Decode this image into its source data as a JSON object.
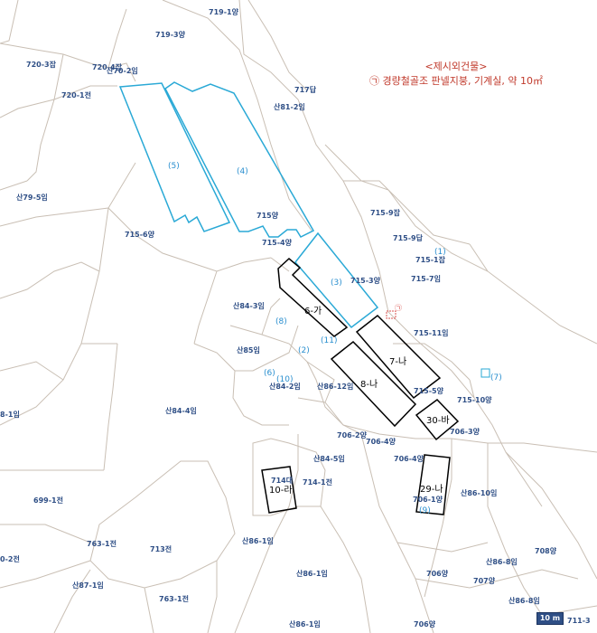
{
  "legend": {
    "title": "<제시외건물>",
    "item": "㉠ 경량철골조 판넬지붕, 기계실, 약 10㎡"
  },
  "scale": {
    "label": "10 m"
  },
  "marker": {
    "symbol": "㉠"
  },
  "colors": {
    "parcel_line": "#c9bfb4",
    "area_outline": "#2aa9d6",
    "building_outline": "#000000",
    "parcel_text": "#2f4f86",
    "legend_text": "#c0392b",
    "marker": "#d9534f"
  },
  "parcels": [
    "719-1양",
    "719-3양",
    "720-3잡",
    "720-4잡",
    "산70-2임",
    "720-1전",
    "717답",
    "산81-2임",
    "산79-5임",
    "715-6양",
    "715양",
    "715-4양",
    "715-9잡",
    "715-9답",
    "715-1잡",
    "715-7임",
    "715-3양",
    "산84-3임",
    "산85임",
    "715-11임",
    "산84-2임",
    "산86-12임",
    "715-5양",
    "715-10양",
    "산84-4임",
    "706-3양",
    "706-2양",
    "706-4양",
    "714대",
    "714-1전",
    "산84-5임",
    "706-4양",
    "706-1양",
    "산86-10임",
    "699-1전",
    "763-1전",
    "713전",
    "산86-1임",
    "산87-1임",
    "763-1전",
    "산86-1임",
    "706양",
    "708양",
    "산86-8임",
    "707양",
    "산86-8임",
    "706양",
    "산86-1임",
    "711-3",
    "8-1임",
    "0-2전"
  ],
  "areas": [
    "(4)",
    "(5)",
    "(3)",
    "(8)",
    "(11)",
    "(2)",
    "(6)",
    "(10)",
    "(1)",
    "(7)",
    "(9)"
  ],
  "buildings": [
    "6-가",
    "7-나",
    "8-나",
    "30-바",
    "29-나",
    "10-라"
  ]
}
